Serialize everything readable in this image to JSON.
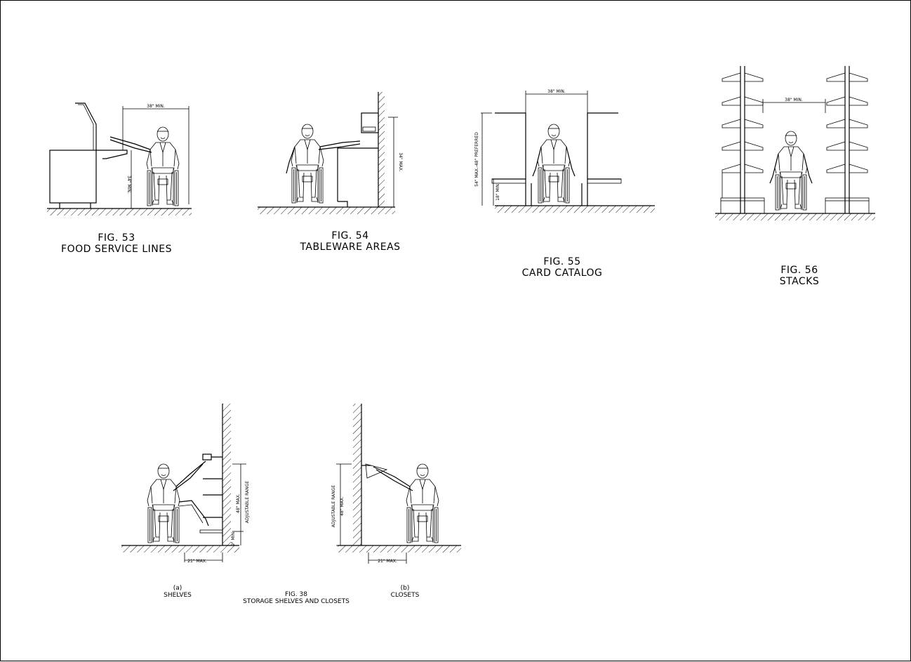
{
  "figures": {
    "fig53": {
      "number": "FIG. 53",
      "title": "FOOD SERVICE LINES",
      "dims": {
        "width": "38\" MIN.",
        "height": "34\" MIN."
      }
    },
    "fig54": {
      "number": "FIG. 54",
      "title": "TABLEWARE AREAS",
      "dims": {
        "height": "34\" MAX."
      }
    },
    "fig55": {
      "number": "FIG. 55",
      "title": "CARD CATALOG",
      "dims": {
        "width": "38\" MIN.",
        "range": "54\" MAX.-48\" PREFERRED",
        "low": "18\" MIN."
      }
    },
    "fig56": {
      "number": "FIG. 56",
      "title": "STACKS",
      "dims": {
        "width": "38\" MIN."
      }
    },
    "fig38": {
      "number": "FIG. 38",
      "title": "STORAGE SHELVES AND CLOSETS",
      "a_label": "(a)",
      "a_title": "SHELVES",
      "b_label": "(b)",
      "b_title": "CLOSETS",
      "dims": {
        "a_depth": "21\" MAX.",
        "a_high": "48\" MAX.",
        "a_range": "ADJUSTABLE RANGE",
        "a_low": "9\" MIN.",
        "b_depth": "21\" MAX.",
        "b_range": "ADJUSTABLE RANGE",
        "b_high": "48\" MAX."
      }
    }
  }
}
